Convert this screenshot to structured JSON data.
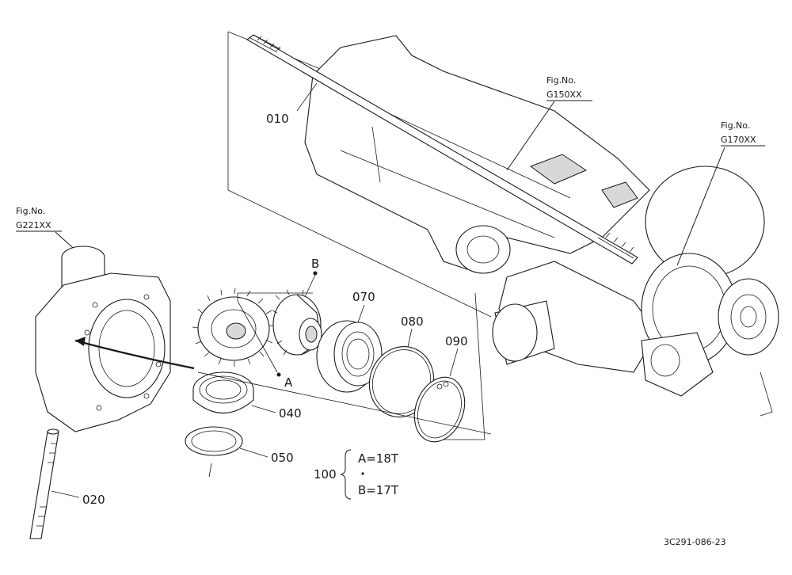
{
  "figure_refs": {
    "g150": {
      "prefix": "Fig.No.",
      "code": "G150XX"
    },
    "g170": {
      "prefix": "Fig.No.",
      "code": "G170XX"
    },
    "g221": {
      "prefix": "Fig.No.",
      "code": "G221XX"
    }
  },
  "parts": {
    "p010": "010",
    "p020": "020",
    "p040": "040",
    "p050": "050",
    "p070": "070",
    "p080": "080",
    "p090": "090",
    "p100": "100"
  },
  "gear_markers": {
    "a": "A",
    "b": "B"
  },
  "gear_set": {
    "a_teeth": "A=18T",
    "b_teeth": "B=17T"
  },
  "drawing_code": "3C291-086-23"
}
